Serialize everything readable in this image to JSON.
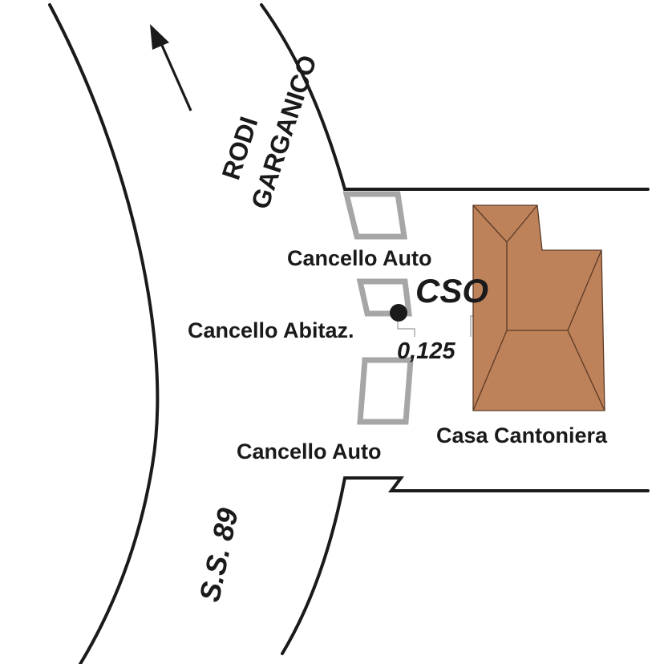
{
  "labels": {
    "town_line1": "RODI",
    "town_line2": "GARGANICO",
    "gate_auto_top": "Cancello Auto",
    "cso": "CSO",
    "gate_home": "Cancello Abitaz.",
    "distance": "0,125",
    "gate_auto_bottom": "Cancello Auto",
    "house": "Casa Cantoniera",
    "road_name": "S.S. 89"
  },
  "icons": {
    "direction": "arrow-up-left-icon",
    "point": "filled-circle-marker-icon"
  },
  "colors": {
    "house_roof": "#be825a",
    "roof_line": "#5a3a25",
    "gate": "#a6a6a6",
    "road_edge": "#1a1a1a",
    "text": "#1a1a1a"
  }
}
